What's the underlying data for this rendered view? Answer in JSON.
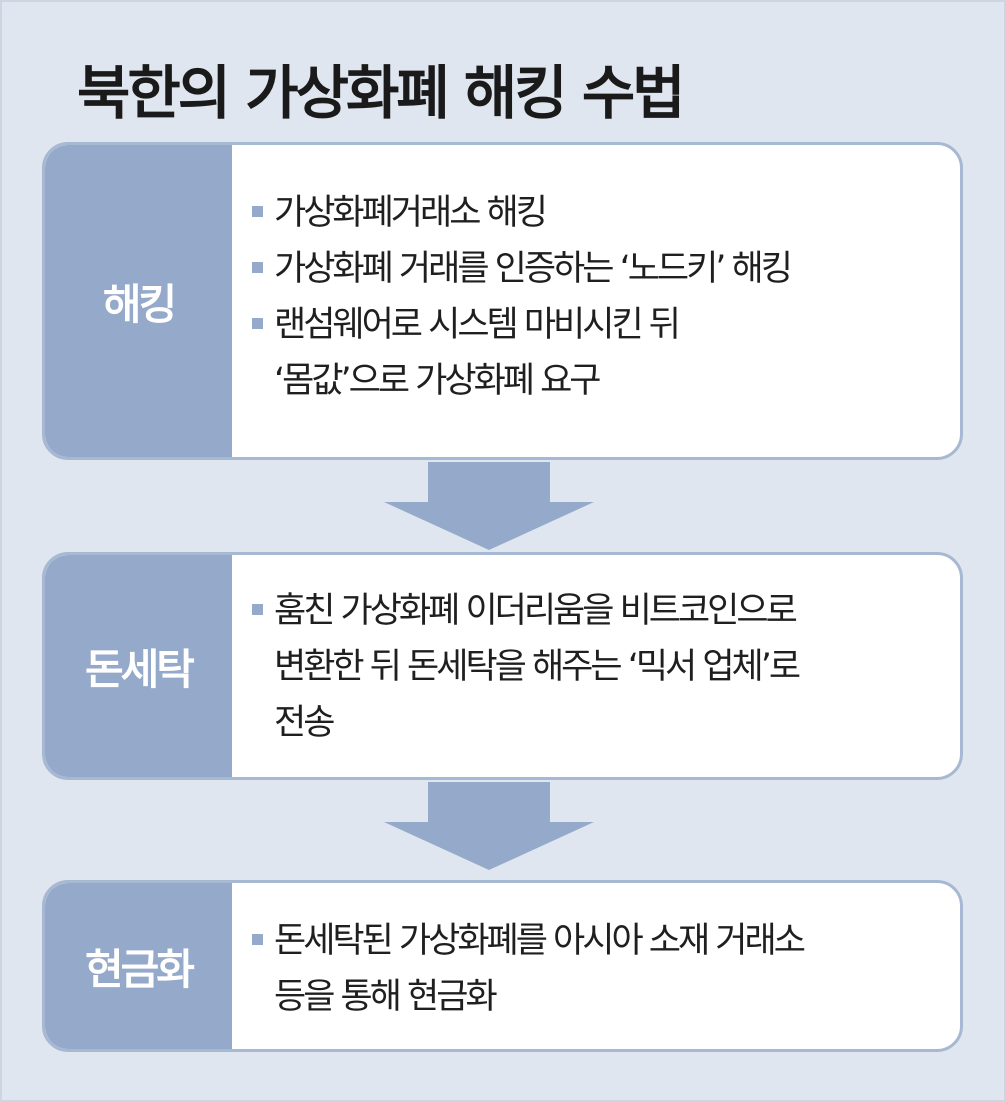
{
  "title": "북한의 가상화폐 해킹 수법",
  "colors": {
    "background": "#dfe6ef",
    "accent": "#95aacb",
    "box_border": "#a7b8d3",
    "text": "#1f1f1f"
  },
  "steps": [
    {
      "label": "해킹",
      "items": [
        {
          "lines": [
            "가상화폐거래소 해킹"
          ]
        },
        {
          "lines": [
            "가상화폐 거래를 인증하는 ‘노드키’ 해킹"
          ]
        },
        {
          "lines": [
            "랜섬웨어로 시스템 마비시킨 뒤",
            "‘몸값’으로 가상화폐 요구"
          ]
        }
      ]
    },
    {
      "label": "돈세탁",
      "items": [
        {
          "lines": [
            "훔친 가상화폐 이더리움을 비트코인으로",
            "변환한 뒤 돈세탁을 해주는 ‘믹서 업체’로",
            "전송"
          ]
        }
      ]
    },
    {
      "label": "현금화",
      "items": [
        {
          "lines": [
            "돈세탁된 가상화폐를 아시아 소재 거래소",
            "등을 통해 현금화"
          ]
        }
      ]
    }
  ]
}
